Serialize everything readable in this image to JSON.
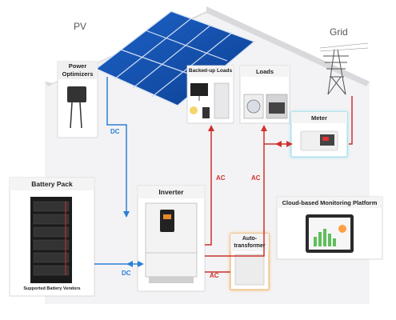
{
  "labels": {
    "pv": "PV",
    "grid": "Grid",
    "power_optimizers": "Power\nOptimizers",
    "backed_up_loads": "Backed-up Loads",
    "loads": "Loads",
    "meter": "Meter",
    "battery_pack": "Battery Pack",
    "supported_battery_vendors": "Supported Battery Vendors",
    "inverter": "Inverter",
    "auto_transformer": "Auto-\ntransformer",
    "cloud_platform": "Cloud-based Monitoring Platform"
  },
  "flows": {
    "dc_pv": "DC",
    "dc_battery": "DC",
    "ac_backed_up": "AC",
    "ac_loads": "AC",
    "ac_autotransformer": "AC"
  },
  "colors": {
    "dc_line": "#2d7fd3",
    "ac_line": "#d0312d",
    "meter_glow": "#7fd3e8",
    "autotransformer_glow": "#f0a040",
    "house": "#f1f1f3"
  }
}
